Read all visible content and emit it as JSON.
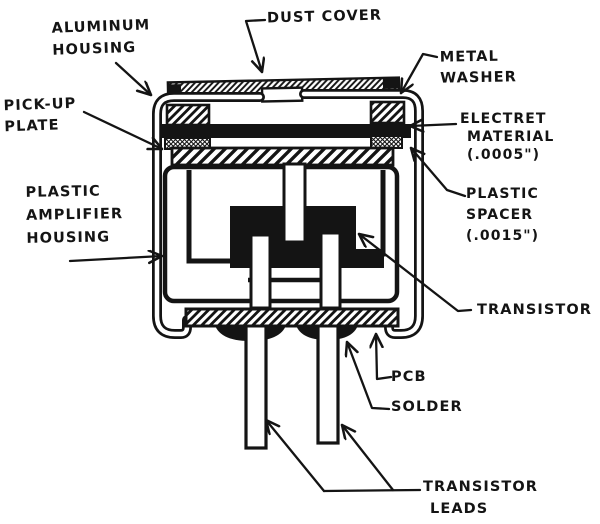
{
  "diagram": {
    "colors": {
      "ink": "#141414",
      "paper": "#ffffff"
    },
    "labels": {
      "aluminum_housing": [
        "ALUMINUM",
        "HOUSING"
      ],
      "dust_cover": [
        "DUST COVER"
      ],
      "metal_washer": [
        "METAL",
        "WASHER"
      ],
      "pick_up_plate": [
        "PICK-UP",
        "PLATE"
      ],
      "electret_material": [
        "ELECTRET",
        "MATERIAL",
        "(.0005\")"
      ],
      "plastic_spacer": [
        "PLASTIC",
        "SPACER",
        "(.0015\")"
      ],
      "plastic_amplifier_housing": [
        "PLASTIC",
        "AMPLIFIER",
        "HOUSING"
      ],
      "transistor": [
        "TRANSISTOR"
      ],
      "pcb": [
        "PCB"
      ],
      "solder": [
        "SOLDER"
      ],
      "transistor_leads": [
        "TRANSISTOR",
        "LEADS"
      ]
    }
  }
}
